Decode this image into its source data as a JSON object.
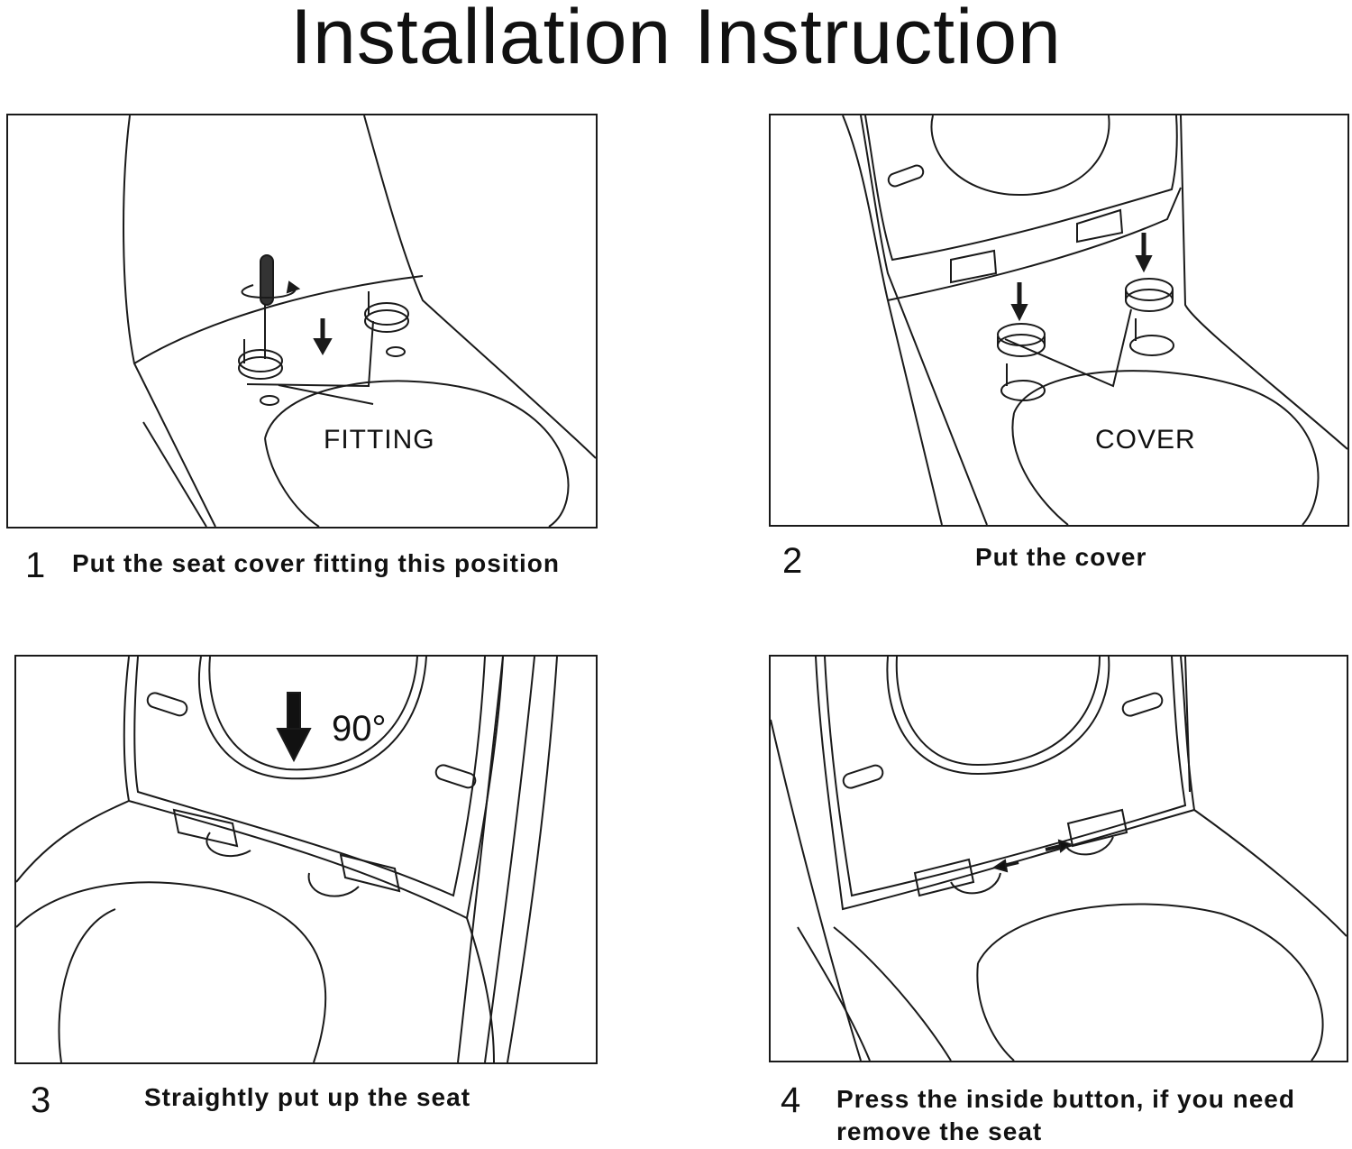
{
  "title": "Installation Instruction",
  "steps": [
    {
      "number": "1",
      "caption": "Put the seat cover fitting this position",
      "label": "FITTING"
    },
    {
      "number": "2",
      "caption": "Put the cover",
      "label": "COVER"
    },
    {
      "number": "3",
      "caption": "Straightly put up the seat",
      "angle": "90°"
    },
    {
      "number": "4",
      "caption_line1": "Press the inside button, if you need",
      "caption_line2": "remove the seat"
    }
  ]
}
